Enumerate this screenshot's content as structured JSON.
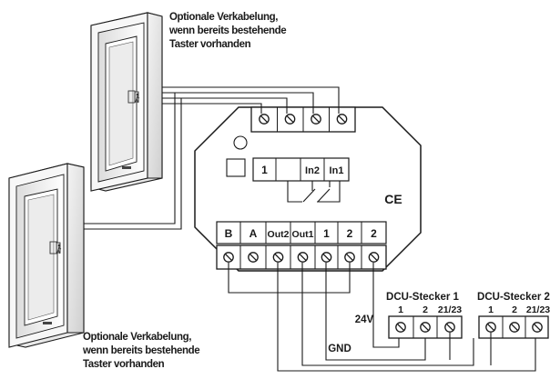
{
  "notes": {
    "top": [
      "Optionale Verkabelung,",
      "wenn bereits bestehende",
      "Taster vorhanden"
    ],
    "bottom": [
      "Optionale Verkabelung,",
      "wenn bereits bestehende",
      "Taster vorhanden"
    ]
  },
  "module": {
    "upper_terminals": [
      "1",
      "In2",
      "In1"
    ],
    "lower_terminals": [
      "B",
      "A",
      "Out2",
      "Out1",
      "1",
      "2",
      "2"
    ],
    "ce_mark": "CE"
  },
  "connectors": [
    {
      "title": "DCU-Stecker 1",
      "pins": [
        "1",
        "2",
        "21/23"
      ]
    },
    {
      "title": "DCU-Stecker 2",
      "pins": [
        "1",
        "2",
        "21/23"
      ]
    }
  ],
  "labels": {
    "voltage": "24V",
    "ground": "GND"
  }
}
